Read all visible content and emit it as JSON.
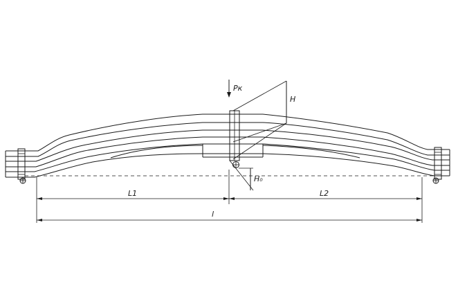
{
  "labels": {
    "force": "Pк",
    "height": "H",
    "height_small": "H₀",
    "length_left": "L1",
    "length_right": "L2",
    "length_total": "l"
  },
  "colors": {
    "line": "#1a1a1a",
    "background": "#ffffff"
  }
}
